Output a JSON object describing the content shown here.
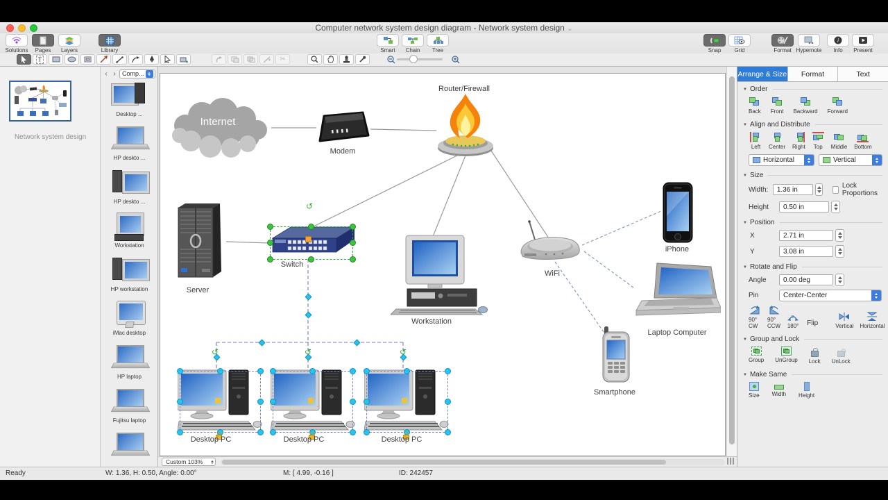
{
  "chrome": {
    "title": "Computer network system design diagram - Network system design",
    "title_chevron": "⌄"
  },
  "icons": {
    "disclosure": "▼",
    "chevron_left": "‹",
    "chevron_right": "›",
    "rotate_handle": "↺",
    "text_tool": "T",
    "scissors": "✂",
    "pen": "✎",
    "info": "i",
    "play": "▶"
  },
  "colors": {
    "tab_active": "#2f7cd6",
    "selection_green": "#3fc23f",
    "selection_cyan": "#29c3ef",
    "switch_blue": "#2f4188",
    "flame_orange": "#f5820b"
  },
  "toolbar": {
    "solutions": "Solutions",
    "pages": "Pages",
    "layers": "Layers",
    "library": "Library",
    "smart": "Smart",
    "chain": "Chain",
    "tree": "Tree",
    "snap": "Snap",
    "grid": "Grid",
    "format": "Format",
    "hypernote": "Hypernote",
    "info": "Info",
    "present": "Present"
  },
  "pages_panel": {
    "page_name": "Network system design"
  },
  "library": {
    "dropdown_label": "Comp...",
    "items": [
      "Desktop ...",
      "HP deskto ...",
      "HP deskto ...",
      "Workstation",
      "HP workstation",
      "iMac desktop",
      "HP laptop",
      "Fujitsu laptop"
    ]
  },
  "canvas": {
    "labels": {
      "internet": "Internet",
      "modem": "Modem",
      "router": "Router/Firewall",
      "server": "Server",
      "switch": "Switch",
      "workstation": "Workstation",
      "wifi": "WiFi",
      "iphone": "iPhone",
      "laptop": "Laptop Computer",
      "smartphone": "Smartphone",
      "pc1": "Desktop PC",
      "pc2": "Desktop PC",
      "pc3": "Desktop PC"
    },
    "zoom_value": "Custom 103%"
  },
  "inspector": {
    "tabs": [
      "Arrange & Size",
      "Format",
      "Text"
    ],
    "order": {
      "title": "Order",
      "b": [
        "Back",
        "Front",
        "Backward",
        "Forward"
      ]
    },
    "align": {
      "title": "Align and Distribute",
      "b": [
        "Left",
        "Center",
        "Right",
        "Top",
        "Middle",
        "Bottom"
      ],
      "dd1": "Horizontal",
      "dd2": "Vertical"
    },
    "size": {
      "title": "Size",
      "w_label": "Width:",
      "w": "1.36 in",
      "h_label": "Height",
      "h": "0.50 in",
      "lock": "Lock Proportions"
    },
    "position": {
      "title": "Position",
      "x_label": "X",
      "x": "2.71 in",
      "y_label": "Y",
      "y": "3.08 in"
    },
    "rotate": {
      "title": "Rotate and Flip",
      "angle_label": "Angle",
      "angle": "0.00 deg",
      "pin_label": "Pin",
      "pin": "Center-Center",
      "b": [
        "90° CW",
        "90° CCW",
        "180°"
      ],
      "flip": "Flip",
      "fb": [
        "Vertical",
        "Horizontal"
      ]
    },
    "group": {
      "title": "Group and Lock",
      "b": [
        "Group",
        "UnGroup",
        "Lock",
        "UnLock"
      ]
    },
    "same": {
      "title": "Make Same",
      "b": [
        "Size",
        "Width",
        "Height"
      ]
    }
  },
  "status": {
    "ready": "Ready",
    "dims": "W: 1.36,  H: 0.50,  Angle: 0.00°",
    "mouse": "M: [ 4.99, -0.16 ]",
    "id": "ID: 242457"
  }
}
